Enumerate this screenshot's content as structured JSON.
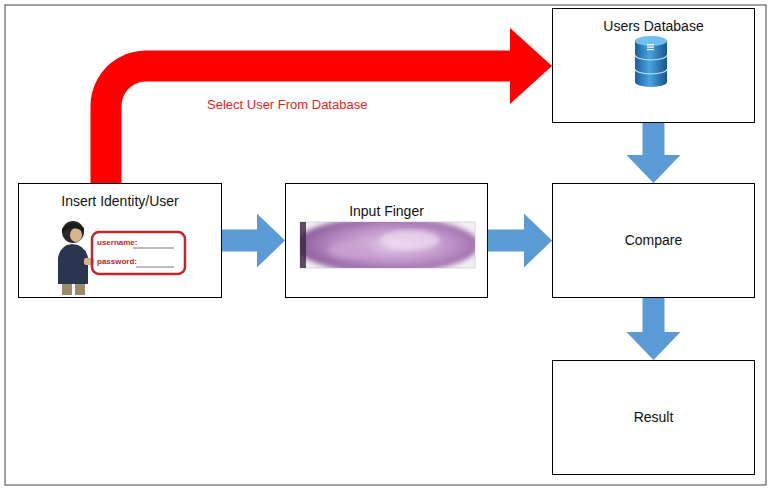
{
  "diagram": {
    "nodes": [
      {
        "text": [
          "Insert Identity/User"
        ]
      },
      {
        "text": [
          "Input Finger"
        ]
      },
      {
        "text": [
          "Users Database"
        ]
      },
      {
        "text": [
          "Compare"
        ]
      },
      {
        "text": [
          "Result"
        ]
      }
    ],
    "edges": [
      {
        "from": 0,
        "to": 2,
        "arrow": "to",
        "label": "Select User From Database"
      },
      {
        "from": 0,
        "to": 1,
        "arrow": "to"
      },
      {
        "from": 1,
        "to": 3,
        "arrow": "to"
      },
      {
        "from": 2,
        "to": 3,
        "arrow": "to"
      },
      {
        "from": 3,
        "to": 4,
        "arrow": "to"
      }
    ],
    "labels": [
      "username:",
      "password:"
    ]
  }
}
